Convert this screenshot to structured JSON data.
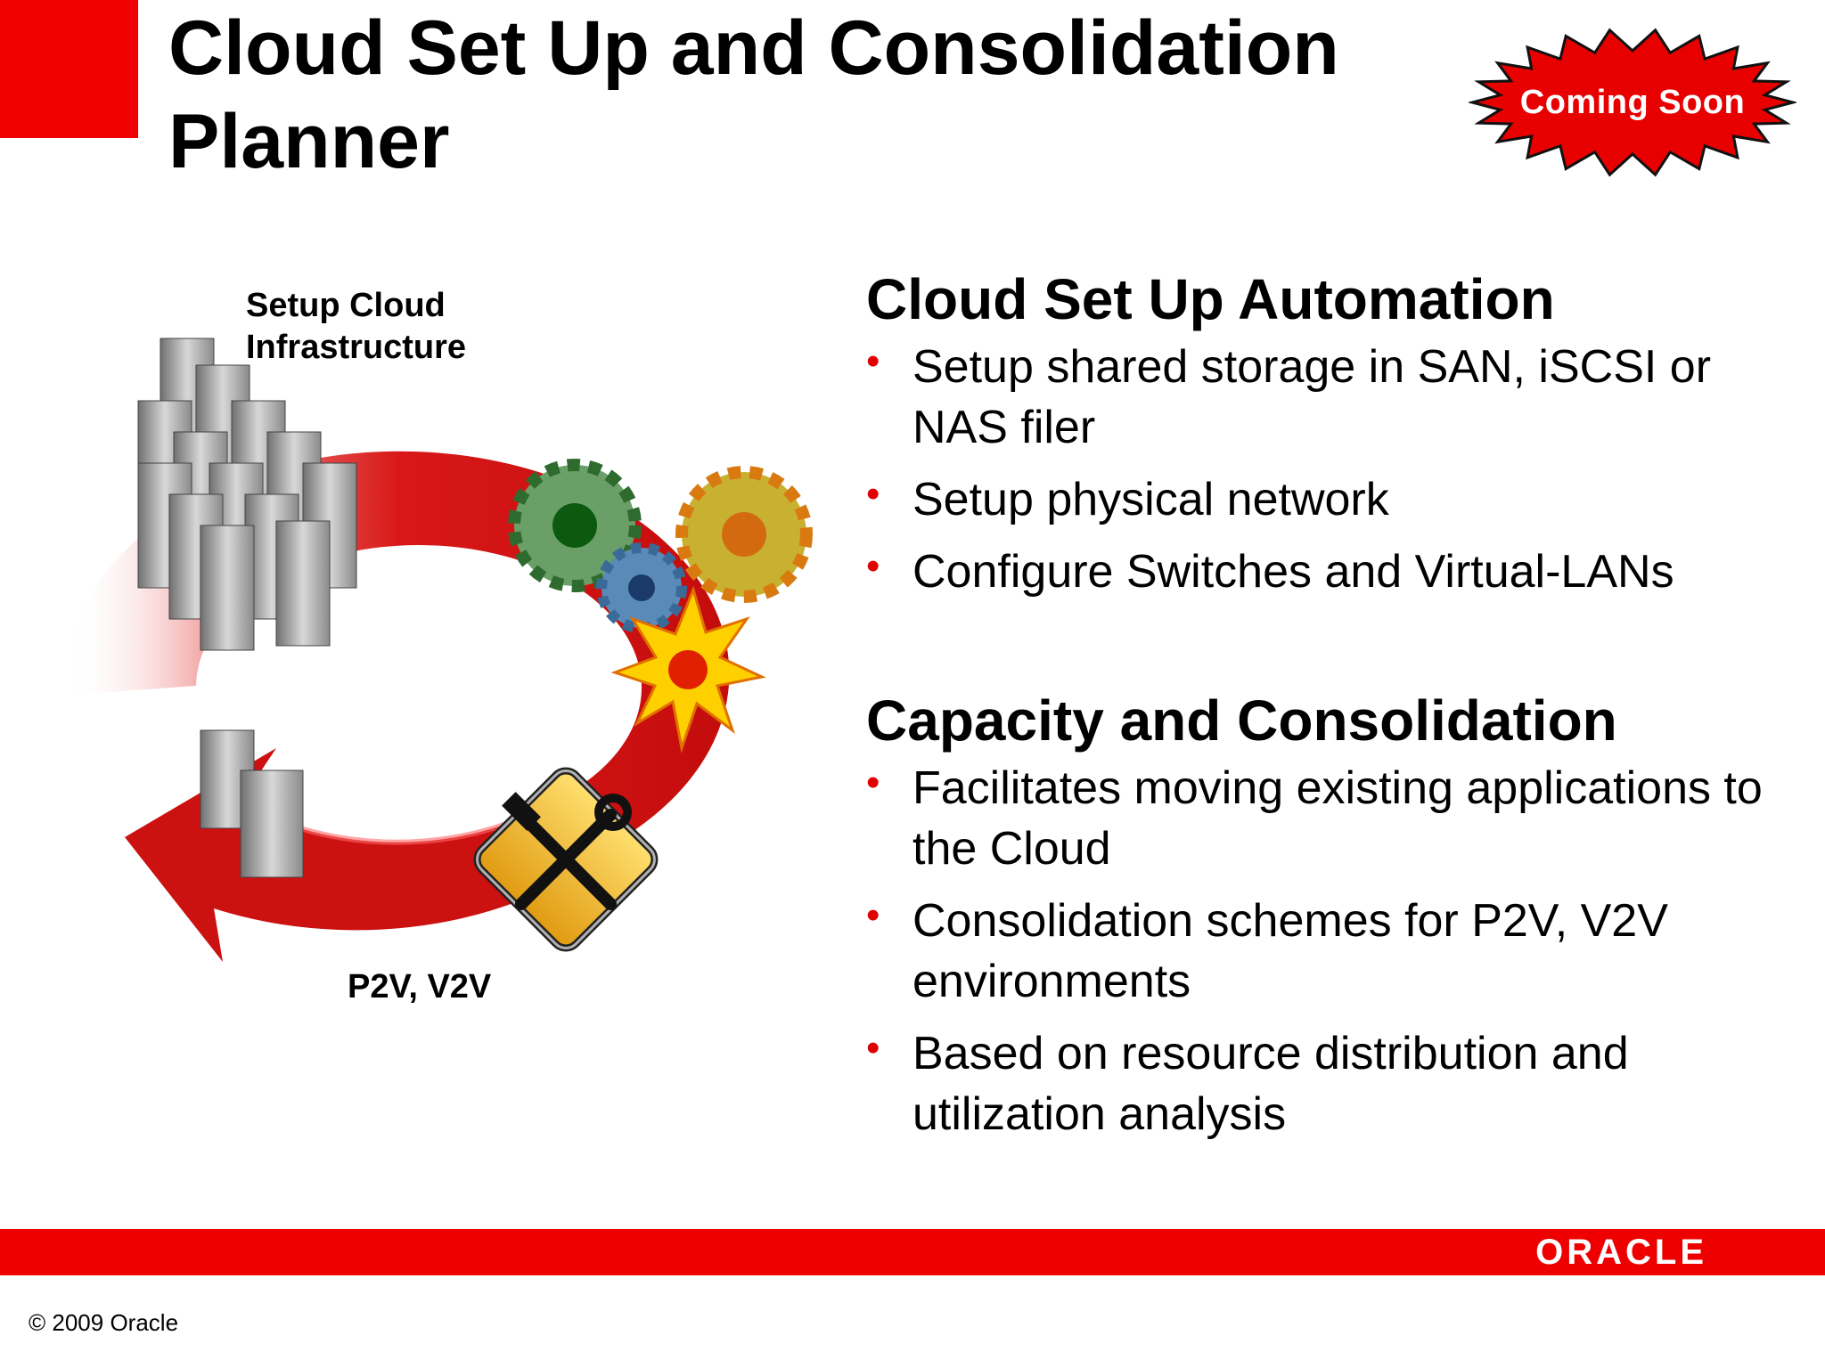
{
  "slide": {
    "title": "Cloud Set Up and Consolidation Planner",
    "badge": "Coming Soon"
  },
  "diagram": {
    "label_top": "Setup Cloud Infrastructure",
    "label_bottom": "P2V, V2V",
    "icons": [
      "server-stack-icon",
      "gears-icon",
      "burst-icon",
      "tools-sign-icon",
      "cycle-arrow-icon"
    ]
  },
  "sections": [
    {
      "heading": "Cloud Set Up Automation",
      "bullets": [
        "Setup shared storage in SAN, iSCSI or NAS filer",
        "Setup physical network",
        "Configure Switches and Virtual-LANs"
      ]
    },
    {
      "heading": "Capacity and Consolidation",
      "bullets": [
        "Facilitates moving existing applications to the Cloud",
        "Consolidation schemes for P2V, V2V environments",
        "Based on resource distribution and utilization analysis"
      ]
    }
  ],
  "footer": {
    "logo": "ORACLE",
    "copyright": "© 2009 Oracle"
  },
  "colors": {
    "accent": "#ee0000",
    "text": "#000000",
    "bullet": "#e00000"
  }
}
